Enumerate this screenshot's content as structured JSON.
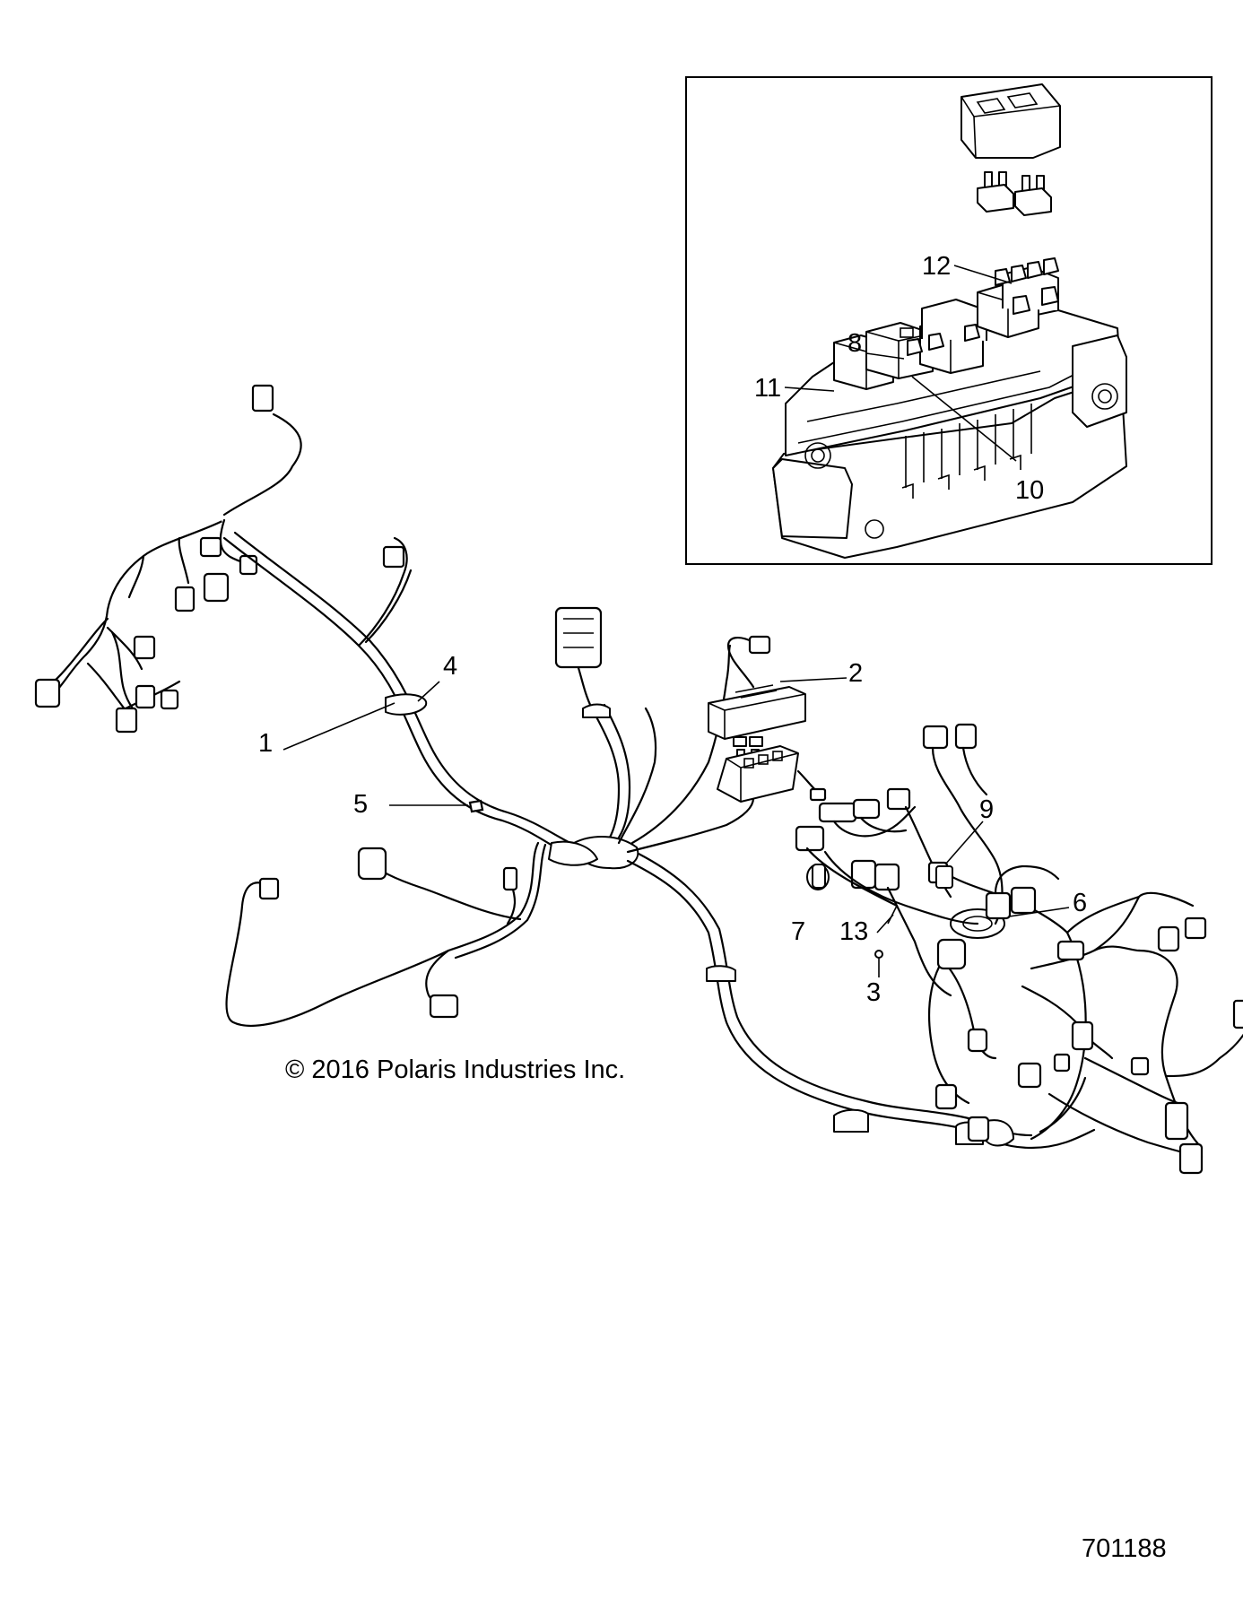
{
  "callouts": {
    "c1": "1",
    "c2": "2",
    "c3": "3",
    "c4": "4",
    "c5": "5",
    "c6": "6",
    "c7": "7",
    "c8": "8",
    "c9": "9",
    "c10": "10",
    "c11": "11",
    "c12": "12",
    "c13": "13"
  },
  "copyright": "© 2016 Polaris Industries Inc.",
  "document_number": "701188"
}
